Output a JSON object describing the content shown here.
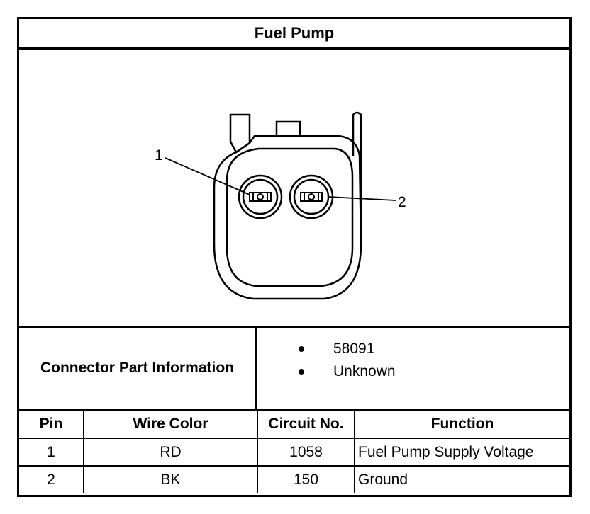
{
  "title": "Fuel Pump",
  "diagram": {
    "pin_callouts": [
      "1",
      "2"
    ]
  },
  "connector_info": {
    "label": "Connector Part Information",
    "items": [
      "58091",
      "Unknown"
    ]
  },
  "pin_table": {
    "headers": [
      "Pin",
      "Wire Color",
      "Circuit No.",
      "Function"
    ],
    "rows": [
      [
        "1",
        "RD",
        "1058",
        "Fuel Pump Supply Voltage"
      ],
      [
        "2",
        "BK",
        "150",
        "Ground"
      ]
    ]
  }
}
